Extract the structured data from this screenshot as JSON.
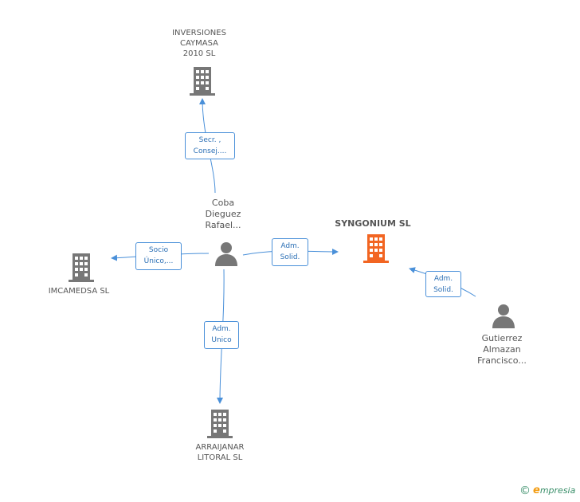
{
  "nodes": {
    "inversiones": {
      "lines": [
        "INVERSIONES",
        "CAYMASA",
        "2010 SL"
      ],
      "icon": "building-icon"
    },
    "coba": {
      "lines": [
        "Coba",
        "Dieguez",
        "Rafael..."
      ],
      "icon": "person-icon"
    },
    "syngonium": {
      "lines": [
        "SYNGONIUM SL"
      ],
      "icon": "building-icon"
    },
    "imcamedsa": {
      "lines": [
        "IMCAMEDSA SL"
      ],
      "icon": "building-icon"
    },
    "arraijanar": {
      "lines": [
        "ARRAIJANAR",
        "LITORAL SL"
      ],
      "icon": "building-icon"
    },
    "gutierrez": {
      "lines": [
        "Gutierrez",
        "Almazan",
        "Francisco..."
      ],
      "icon": "person-icon"
    }
  },
  "edges": {
    "secr": {
      "lines": [
        "Secr. ,",
        "Consej...."
      ]
    },
    "socio": {
      "lines": [
        "Socio",
        "Único,..."
      ]
    },
    "adm_solid_coba": {
      "lines": [
        "Adm.",
        "Solid."
      ]
    },
    "adm_unico": {
      "lines": [
        "Adm.",
        "Unico"
      ]
    },
    "adm_solid_gutierrez": {
      "lines": [
        "Adm.",
        "Solid."
      ]
    }
  },
  "colors": {
    "edge": "#4a90d9",
    "building": "#777777",
    "building_highlight": "#f26522",
    "person": "#777777"
  },
  "brand": {
    "copyright": "©",
    "e": "e",
    "rest": "mpresia"
  }
}
